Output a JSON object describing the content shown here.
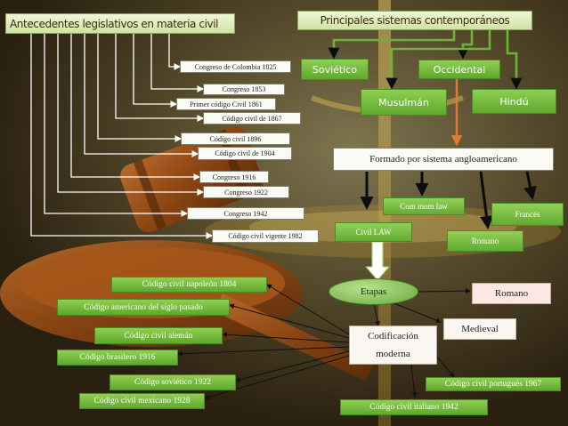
{
  "header_left": "Antecedentes legislativos en materia civil",
  "header_right": "Principales sistemas contemporáneos",
  "colombia": [
    "Congreso de Colombia 1825",
    "Congreso 1853",
    "Primer código Civil 1861",
    "Código civil de 1867",
    "Código civil 1896",
    "Código civil de 1904",
    "Congreso 1916",
    "Congreso 1922",
    "Congreso 1942",
    "Código civil vigente 1982"
  ],
  "systems": {
    "sovietico": "Soviético",
    "occidental": "Occidental",
    "musulman": "Musulmán",
    "hindu": "Hindú",
    "formado": "Formado por sistema angloamericano",
    "common_law": "Com mom law",
    "frances": "Francés",
    "civil_law": "Civil LAW",
    "romano_small": "Romano"
  },
  "etapas": {
    "label": "Etapas",
    "romano": "Romano",
    "medieval": "Medieval",
    "codificacion_1": "Codificación",
    "codificacion_2": "moderna"
  },
  "codes": [
    "Código civil napoleón 1804",
    "Código americano del siglo pasado",
    "Código civil alemán",
    "Código brasilero 1916",
    "Código soviético 1922",
    "Código civil mexicano 1928",
    "Código civil portugués 1967",
    "Código civil italiano 1942"
  ]
}
